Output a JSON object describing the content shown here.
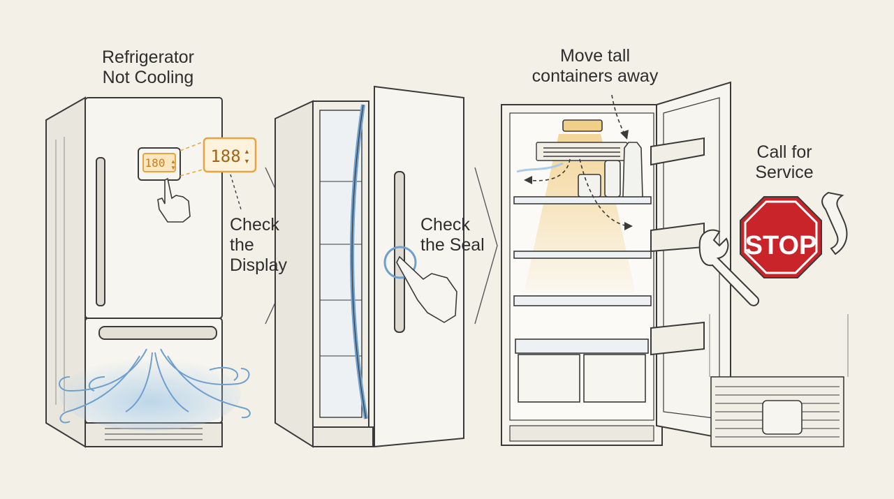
{
  "title_line1": "Refrigerator",
  "title_line2": "Not Cooling",
  "steps": [
    {
      "line1": "Check",
      "line2": "the",
      "line3": "Display"
    },
    {
      "line1": "Check",
      "line2": "the Seal"
    },
    {
      "line1": "Move tall",
      "line2": "containers away"
    },
    {
      "line1": "Call for",
      "line2": "Service"
    }
  ],
  "display_reading": "180",
  "display_zoom_reading": "188",
  "stop_sign_text": "STOP",
  "colors": {
    "display_amber": "#e8a440",
    "cold_air_blue": "#a9cce8",
    "light_glow": "#f2cf86",
    "stop_red": "#c8242a",
    "line": "#3a3a3a"
  },
  "icons": [
    "pointing-hand-icon",
    "cold-air-icon",
    "wrench-icon",
    "phone-handset-icon",
    "stop-sign-icon",
    "light-bulb-icon"
  ]
}
